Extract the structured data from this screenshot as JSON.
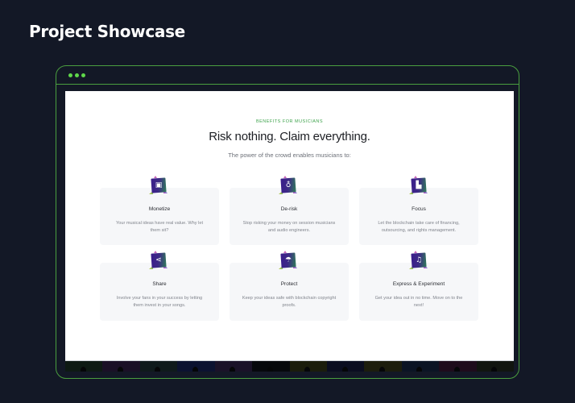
{
  "page": {
    "title": "Project Showcase"
  },
  "frame": {
    "accent_color": "#4a9e3f",
    "dot_color": "#5fd84a",
    "window_dots": 3
  },
  "website": {
    "eyebrow": "Benefits for musicians",
    "headline": "Risk nothing. Claim everything.",
    "subline": "The power of the crowd enables musicians to:",
    "benefits": [
      {
        "icon": "wallet-icon",
        "glyph": "▣",
        "title": "Monetize",
        "description": "Your musical ideas have real value. Why let them sit?"
      },
      {
        "icon": "shield-lightbulb-icon",
        "glyph": "♁",
        "title": "De-risk",
        "description": "Stop risking your money on session musicians and audio engineers."
      },
      {
        "icon": "chart-focus-icon",
        "glyph": "▙",
        "title": "Focus",
        "description": "Let the blockchain take care of financing, outsourcing, and rights management."
      },
      {
        "icon": "share-icon",
        "glyph": "⋖",
        "title": "Share",
        "description": "Involve your fans in your success by letting them invest in your songs."
      },
      {
        "icon": "umbrella-icon",
        "glyph": "☂",
        "title": "Protect",
        "description": "Keep your ideas safe with blockchain copyright proofs."
      },
      {
        "icon": "music-note-icon",
        "glyph": "♫",
        "title": "Express & Experiment",
        "description": "Get your idea out in no time. Move on to the next!"
      }
    ]
  },
  "thumbnail_strip": {
    "colors": [
      "#0e1a14",
      "#1a1026",
      "#0f1a1c",
      "#0b1230",
      "#1a1228",
      "#06080c",
      "#1b1d0c",
      "#0a0d20",
      "#1c1d0d",
      "#0b1424",
      "#1e0c1c",
      "#111510"
    ]
  }
}
